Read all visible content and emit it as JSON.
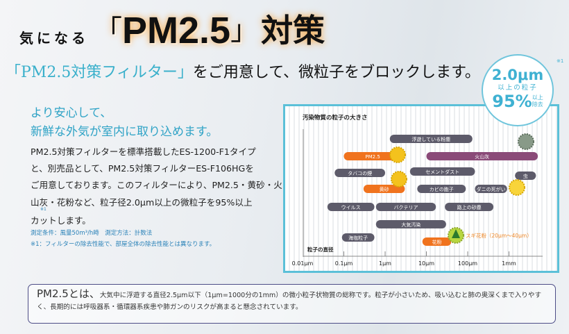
{
  "headline": {
    "prefix": "気になる",
    "bracket_open": "「",
    "pm": "PM2.5",
    "bracket_close": "」",
    "suffix": "対策"
  },
  "subheading": {
    "teal": "「PM2.5対策フィルター」",
    "rest": "をご用意して、微粒子をブロックします。"
  },
  "lead": [
    "より安心して、",
    "新鮮な外気が室内に取り込めます。"
  ],
  "body": [
    "PM2.5対策フィルターを標準搭載したES-1200-F1タイプ",
    "と、別売品として、PM2.5対策フィルターES-F106HGを",
    "ご用意しております。このフィルターにより、PM2.5・黄砂・火",
    "山灰・花粉など、粒子径2.0μm以上の微粒子を95%以上",
    "カットします。"
  ],
  "body_footnote_mark": "※1",
  "notes": [
    "測定条件：風量50m³/h時　測定方法：計数法",
    "※1：フィルターの除去性能で、部屋全体の除去性能とは異なります。"
  ],
  "badge": {
    "size": "2.0μm",
    "line2": "以上の粒子",
    "percent": "95%",
    "suffix_a": "以上",
    "suffix_b": "除去",
    "note": "※1"
  },
  "chart_data": {
    "type": "range-bar",
    "title": "汚染物質の粒子の大きさ",
    "xlabel": "粒子の直径",
    "xscale": "log",
    "xunit": "μm",
    "xlim": [
      0.01,
      10000
    ],
    "ticks": [
      {
        "v": 0.01,
        "label": "0.01μm"
      },
      {
        "v": 0.1,
        "label": "0.1μm"
      },
      {
        "v": 1,
        "label": "1μm"
      },
      {
        "v": 10,
        "label": "10μm"
      },
      {
        "v": 100,
        "label": "100μm"
      },
      {
        "v": 1000,
        "label": "1mm"
      }
    ],
    "colors": {
      "gray": "#5d5b6a",
      "orange": "#f0731e",
      "purple": "#8a4a78",
      "annotation": "#f08a2a"
    },
    "bars": [
      {
        "label": "浮遊している粉塵",
        "range": [
          1.3,
          130
        ],
        "color": "gray"
      },
      {
        "label": "PM2.5",
        "range": [
          0.1,
          2.5
        ],
        "color": "orange"
      },
      {
        "label": "火山灰",
        "range": [
          10,
          5000
        ],
        "color": "purple"
      },
      {
        "label": "タバコの煙",
        "range": [
          0.06,
          1
        ],
        "color": "gray"
      },
      {
        "label": "セメントダスト",
        "range": [
          4,
          150
        ],
        "color": "gray"
      },
      {
        "label": "虫",
        "range": [
          1400,
          4500
        ],
        "color": "gray"
      },
      {
        "label": "黄砂",
        "range": [
          0.3,
          3
        ],
        "color": "orange"
      },
      {
        "label": "カビの胞子",
        "range": [
          6,
          90
        ],
        "color": "gray"
      },
      {
        "label": "ダニの死がい",
        "range": [
          150,
          900
        ],
        "color": "gray"
      },
      {
        "label": "ウイルス",
        "range": [
          0.04,
          0.55
        ],
        "color": "gray"
      },
      {
        "label": "バクテリア",
        "range": [
          0.6,
          17
        ],
        "color": "gray"
      },
      {
        "label": "路上の砂塵",
        "range": [
          28,
          420
        ],
        "color": "gray"
      },
      {
        "label": "大気汚染",
        "range": [
          0.6,
          30
        ],
        "color": "gray"
      },
      {
        "label": "海塩粒子",
        "range": [
          0.09,
          0.55
        ],
        "color": "gray"
      },
      {
        "label": "花粉",
        "range": [
          8,
          40
        ],
        "color": "orange"
      }
    ],
    "annotation": "スギ花粉（20μm〜40μm）"
  },
  "info": {
    "heading": "PM2.5とは、",
    "text": "大気中に浮遊する直径2.5μm以下（1μm=1000分の1mm）の微小粒子状物質の総称です。粒子が小さいため、吸い込むと肺の奥深くまで入りやすく、長期的には呼吸器系・循環器系疾患や肺ガンのリスクが高まると懸念されています。"
  }
}
